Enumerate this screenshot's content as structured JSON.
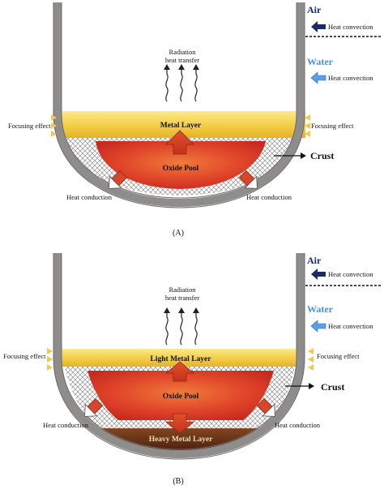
{
  "panel_a": {
    "caption": "(A)",
    "air": "Air",
    "water": "Water",
    "heat_convection_air": "Heat convection",
    "heat_convection_water": "Heat convection",
    "radiation_line1": "Radiation",
    "radiation_line2": "heat transfer",
    "focusing_left": "Focusing effect",
    "focusing_right": "Focusing effect",
    "metal_layer": "Metal Layer",
    "oxide_pool": "Oxide Pool",
    "crust": "Crust",
    "heat_conduction_left": "Heat conduction",
    "heat_conduction_right": "Heat conduction"
  },
  "panel_b": {
    "caption": "(B)",
    "air": "Air",
    "water": "Water",
    "heat_convection_air": "Heat convection",
    "heat_convection_water": "Heat convection",
    "radiation_line1": "Radiation",
    "radiation_line2": "heat transfer",
    "focusing_left": "Focusing effect",
    "focusing_right": "Focusing effect",
    "light_metal_layer": "Light Metal Layer",
    "oxide_pool": "Oxide Pool",
    "heavy_metal_layer": "Heavy Metal Layer",
    "crust": "Crust",
    "heat_conduction_left": "Heat conduction",
    "heat_conduction_right": "Heat conduction"
  },
  "colors": {
    "vessel_wall": "#8f8c8c",
    "metal_layer": "#f3d24a",
    "oxide_pool": "#e24a2a",
    "heavy_metal": "#6a3318",
    "air_label": "#1c2a6b",
    "water_label": "#4a90d9",
    "air_arrow": "#1c2a6b",
    "water_arrow": "#5aa0e6",
    "focus_arrow": "#f2c94c"
  }
}
